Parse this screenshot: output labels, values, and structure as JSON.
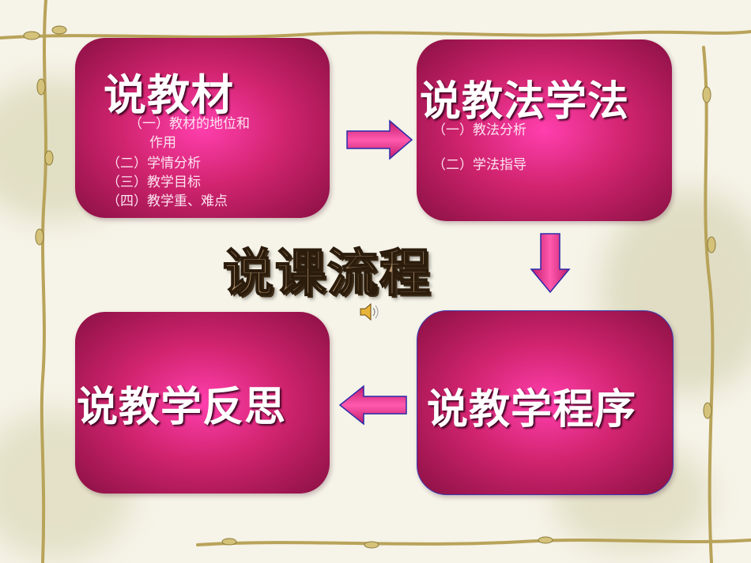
{
  "slide": {
    "center_title": "说课流程",
    "boxes": {
      "teaching_material": {
        "title": "说教材",
        "items": [
          "（一）教材的地位和",
          "作用",
          "（二）学情分析",
          "（三）教学目标",
          "（四）教学重、难点"
        ]
      },
      "teaching_methods": {
        "title": "说教法学法",
        "items": [
          "（一）教法分析",
          "（二）学法指导"
        ]
      },
      "teaching_procedure": {
        "title": "说教学程序"
      },
      "teaching_reflection": {
        "title": "说教学反思"
      }
    },
    "icons": {
      "speaker": "speaker-icon",
      "arrows": [
        "arrow-right-icon",
        "arrow-down-icon",
        "arrow-left-icon"
      ]
    },
    "colors": {
      "box_center": "#ff3fae",
      "box_edge": "#8a1043",
      "arrow_fill": "#e0307f",
      "arrow_stroke": "#2a2aa8",
      "vine": "#b8a35a"
    }
  }
}
